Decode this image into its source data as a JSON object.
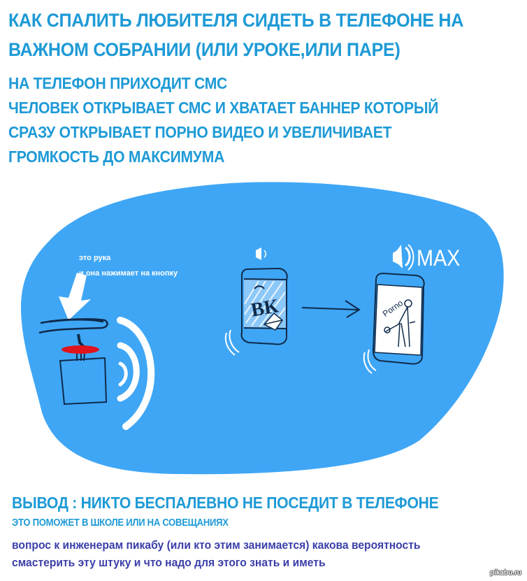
{
  "header": {
    "title_line1": "КАК СПАЛИТЬ ЛЮБИТЕЛЯ СИДЕТЬ В ТЕЛЕФОНЕ НА",
    "title_line2": "ВАЖНОМ СОБРАНИИ (ИЛИ УРОКЕ,ИЛИ ПАРЕ)",
    "desc_lines": [
      "НА ТЕЛЕФОН ПРИХОДИТ СМС",
      "ЧЕЛОВЕК ОТКРЫВАЕТ СМС И ХВАТАЕТ БАННЕР КОТОРЫЙ",
      "СРАЗУ ОТКРЫВАЕТ ПОРНО ВИДЕО И УВЕЛИЧИВАЕТ",
      "ГРОМКОСТЬ ДО МАКСИМУМА"
    ]
  },
  "illustration": {
    "caption_line1": "это рука",
    "caption_line2": "и она нажимает на кнопку",
    "phone1_screen_text": "ВК",
    "phone2_screen_text": "Porno",
    "volume_label": "MAX",
    "colors": {
      "blob": "#3fa6f5",
      "button_red": "#e0141c",
      "ink": "#0f2a4a",
      "white": "#ffffff"
    }
  },
  "footer": {
    "conclusion": "ВЫВОД : НИКТО БЕСПАЛЕВНО НЕ ПОСЕДИТ В ТЕЛЕФОНЕ",
    "subconclusion": "ЭТО ПОМОЖЕТ В ШКОЛЕ ИЛИ НА СОВЕЩАНИЯХ",
    "question_line1": "вопрос к инженерам пикабу (или кто этим занимается) какова вероятность",
    "question_line2": "смастерить эту штуку и что надо для этого знать и иметь",
    "watermark": "pikabu.ru"
  },
  "colors": {
    "heading_blue": "#1e9ad6",
    "question_purple": "#3b3fa8"
  }
}
